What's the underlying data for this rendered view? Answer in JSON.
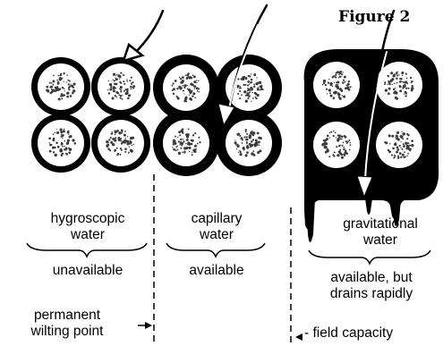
{
  "figure_label": "Figure 2",
  "colors": {
    "ink": "#000000",
    "paper": "#ffffff",
    "speckle": "#3a3a3a"
  },
  "columns": [
    {
      "water_label_line1": "hygroscopic",
      "water_label_line2": "water",
      "availability": "unavailable"
    },
    {
      "water_label_line1": "capillary",
      "water_label_line2": "water",
      "availability": "available"
    },
    {
      "water_label_line1": "gravitational",
      "water_label_line2": "water",
      "availability_line1": "available, but",
      "availability_line2": "drains rapidly"
    }
  ],
  "markers": {
    "wilting_point_line1": "permanent",
    "wilting_point_line2": "wilting point",
    "field_capacity": "- field capacity"
  }
}
